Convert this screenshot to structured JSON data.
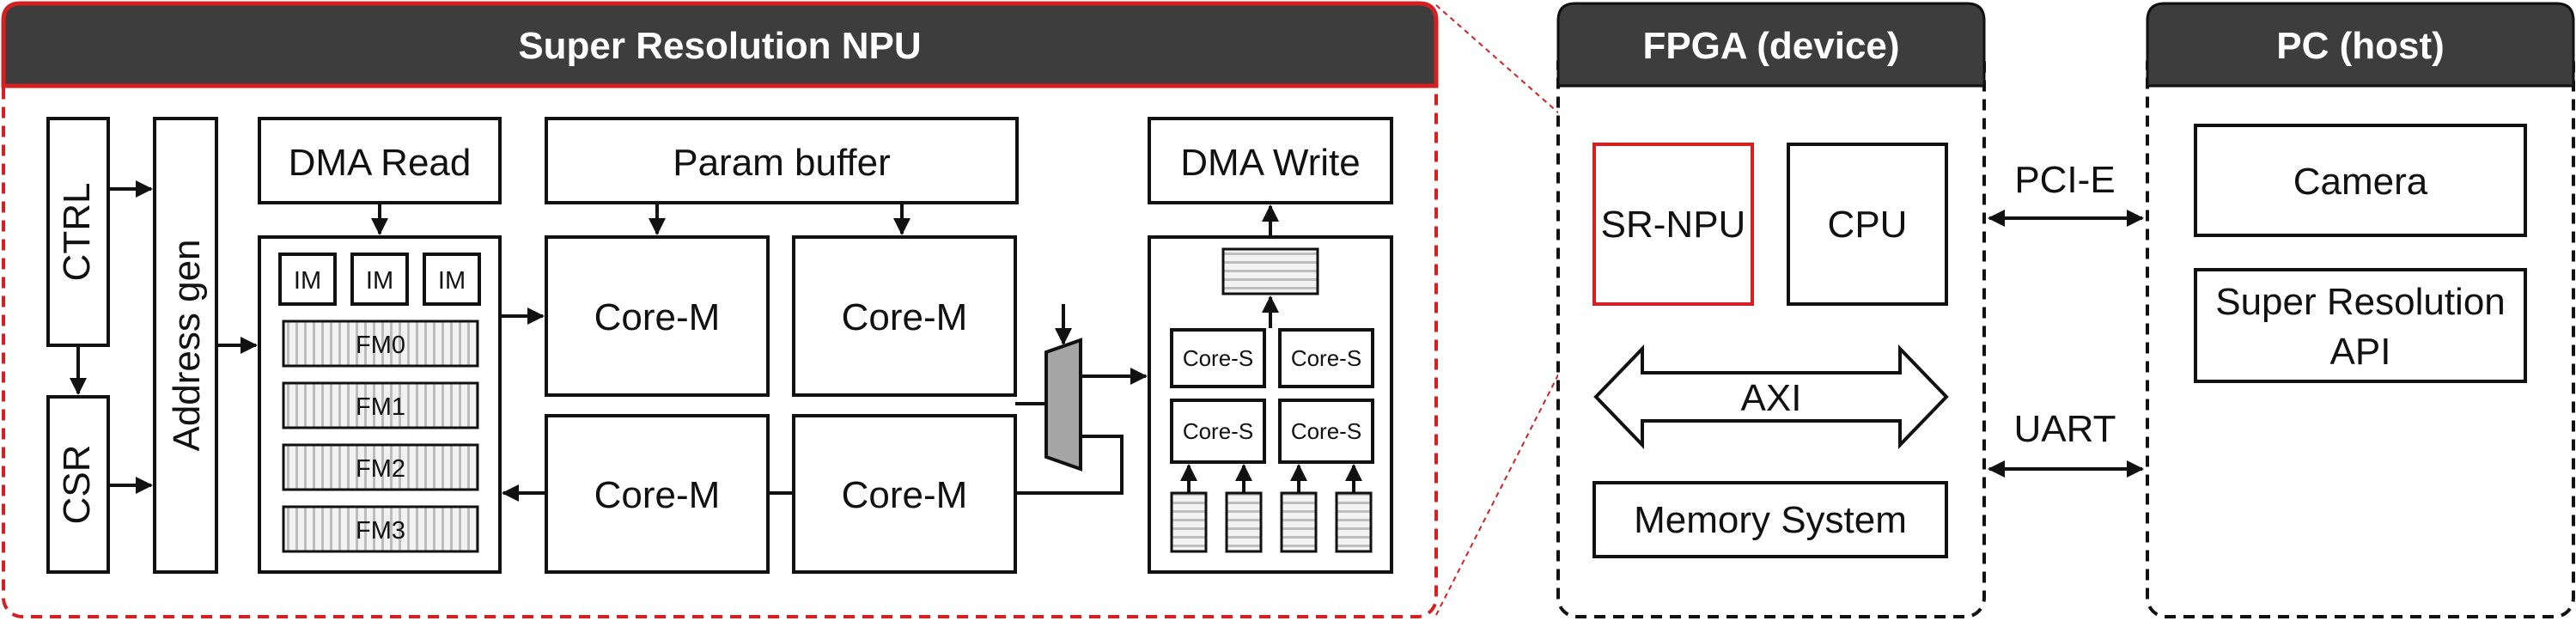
{
  "panels": {
    "npu": {
      "title": "Super Resolution NPU"
    },
    "fpga": {
      "title": "FPGA (device)"
    },
    "pc": {
      "title": "PC (host)"
    }
  },
  "npu": {
    "ctrl": "CTRL",
    "csr": "CSR",
    "address_gen": "Address gen",
    "dma_read": "DMA Read",
    "param_buffer": "Param buffer",
    "dma_write": "DMA Write",
    "im": [
      "IM",
      "IM",
      "IM"
    ],
    "fm": [
      "FM0",
      "FM1",
      "FM2",
      "FM3"
    ],
    "core_m": [
      "Core-M",
      "Core-M",
      "Core-M",
      "Core-M"
    ],
    "core_s": [
      "Core-S",
      "Core-S",
      "Core-S",
      "Core-S"
    ]
  },
  "fpga": {
    "sr_npu": "SR-NPU",
    "cpu": "CPU",
    "axi": "AXI",
    "memory_system": "Memory System"
  },
  "links": {
    "pcie": "PCI-E",
    "uart": "UART"
  },
  "pc": {
    "camera": "Camera",
    "sr_api_line1": "Super Resolution",
    "sr_api_line2": "API"
  },
  "colors": {
    "header": "#3d3d3d",
    "npu_border": "#d42020",
    "mux_fill": "#a6a6a6"
  }
}
